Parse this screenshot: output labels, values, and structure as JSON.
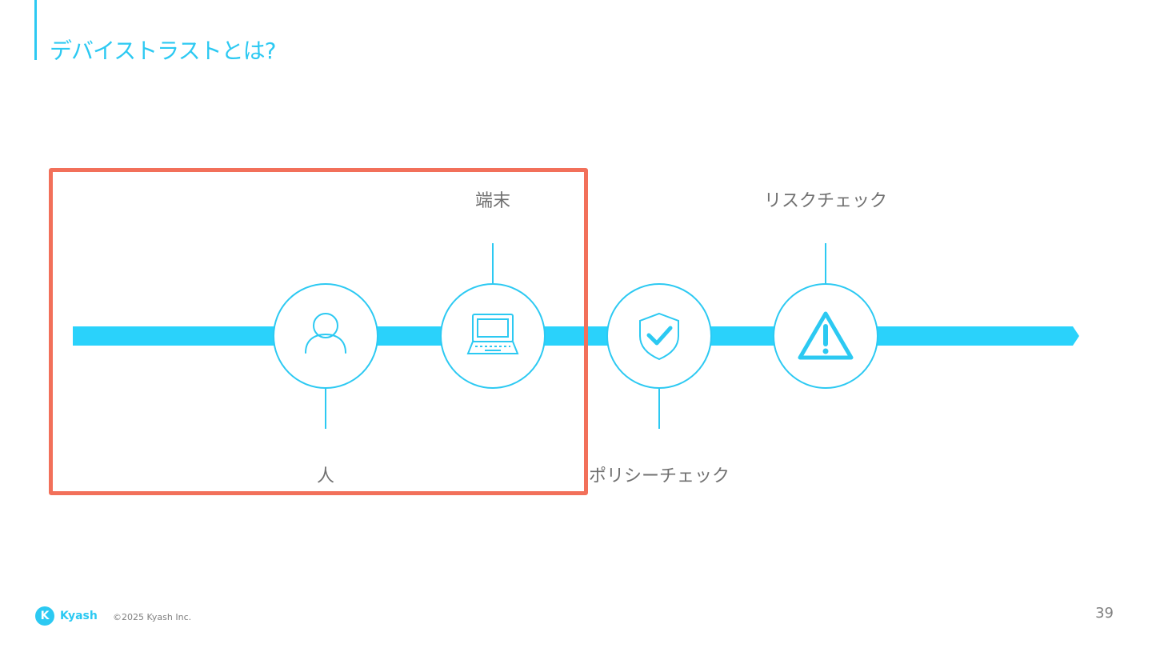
{
  "slide": {
    "title": "デバイストラストとは?",
    "page_number": "39"
  },
  "diagram": {
    "nodes": [
      {
        "id": "person",
        "icon": "person-icon",
        "label": "人",
        "label_side": "below"
      },
      {
        "id": "device",
        "icon": "laptop-icon",
        "label": "端末",
        "label_side": "above"
      },
      {
        "id": "policy",
        "icon": "shield-check-icon",
        "label": "ポリシーチェック",
        "label_side": "below"
      },
      {
        "id": "risk",
        "icon": "warning-icon",
        "label": "リスクチェック",
        "label_side": "above"
      }
    ],
    "highlighted_nodes": [
      "person",
      "device"
    ]
  },
  "footer": {
    "logo_text": "Kyash",
    "copyright": "©2025 Kyash Inc."
  },
  "colors": {
    "accent": "#2cc9f2",
    "arrow": "#2ad2fb",
    "highlight": "#f2705a",
    "label": "#707070"
  }
}
